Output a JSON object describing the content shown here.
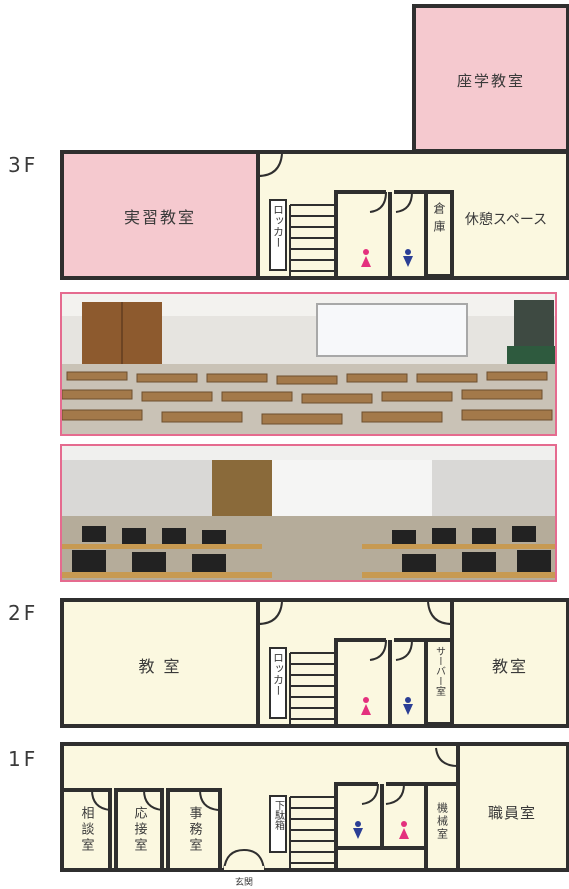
{
  "colors": {
    "wall": "#2f2f2f",
    "floor": "#fbf8e0",
    "classroom": "#f5c9cf",
    "female": "#e4307e",
    "male": "#2b3f95",
    "photo_border": "#e56b8f"
  },
  "floor3": {
    "label": "3F",
    "zaigaku": "座学教室",
    "jisshu": "実習教室",
    "locker": "ロッカー",
    "souko": "倉庫",
    "kyuukei": "休憩スペース"
  },
  "floor2": {
    "label": "2F",
    "room_left": "教 室",
    "locker": "ロッカー",
    "server": "サーバー室",
    "room_right": "教室"
  },
  "floor1": {
    "label": "1F",
    "soudan": "相談室",
    "ousetsu": "応接室",
    "jimu": "事務室",
    "shoes": "下駄箱",
    "kikai": "機械室",
    "shokuin": "職員室",
    "entrance": "玄関"
  },
  "icons": {
    "female": "female-toilet-icon",
    "male": "male-toilet-icon"
  },
  "photos": [
    {
      "name": "practical-classroom-photo"
    },
    {
      "name": "computer-room-photo"
    }
  ]
}
